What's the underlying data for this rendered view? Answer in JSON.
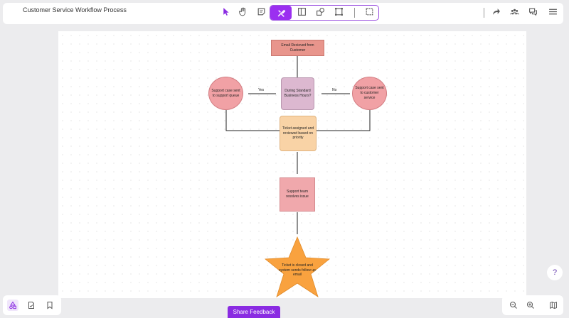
{
  "header": {
    "title": "Customer Service Workflow Process",
    "tools": [
      "pointer-icon",
      "hand-icon",
      "sticky-note-icon",
      "tools-icon",
      "layout-icon",
      "shapes-icon",
      "frame-icon",
      "comment-box-icon"
    ],
    "actions": [
      "share-icon",
      "collaborators-icon",
      "chat-icon",
      "menu-icon"
    ]
  },
  "flowchart": {
    "start": "Email Recieved from Customer",
    "decision": "During Standard Business Hours?",
    "yes_label": "Yes",
    "no_label": "No",
    "left_circle": "Support case sent to support queue",
    "right_circle": "Support case sent to customer service",
    "ticket": "Ticket assigned and reviewed based on priority",
    "resolve": "Support team resolves issue",
    "end": "Ticket is closed and system sends follow up email"
  },
  "colors": {
    "accent": "#9b2ff0",
    "start_fill": "#e8958c",
    "decision_fill": "#dcb8d0",
    "circle_fill": "#f1a1a5",
    "ticket_fill": "#f9d3a6",
    "resolve_fill": "#f0a8ac",
    "star_fill": "#f9a23f"
  },
  "footer": {
    "feedback_label": "Share Feedback",
    "help_label": "?"
  }
}
